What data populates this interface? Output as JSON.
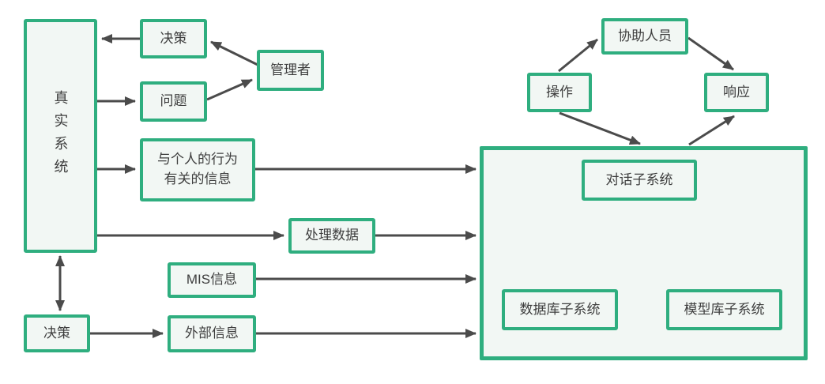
{
  "diagram": {
    "type": "flowchart",
    "colors": {
      "node_border": "#2fae7f",
      "node_fill": "#f2f7f4",
      "connector": "#4b4b4b",
      "text": "#3e3e3e",
      "background": "#ffffff"
    },
    "nodes": {
      "real_system": "真实系统",
      "decision_top": "决策",
      "manager": "管理者",
      "problem": "问题",
      "personal_info": "与个人的行为\n有关的信息",
      "process_data": "处理数据",
      "mis_info": "MIS信息",
      "decision_bottom": "决策",
      "external_info": "外部信息",
      "operation": "操作",
      "assist_staff": "协助人员",
      "response": "响应",
      "dialog_subsystem": "对话子系统",
      "database_subsystem": "数据库子系统",
      "model_subsystem": "模型库子系统"
    },
    "edges": [
      {
        "from": "decision_top",
        "to": "real_system",
        "style": "arrow"
      },
      {
        "from": "manager",
        "to": "decision_top",
        "style": "arrow"
      },
      {
        "from": "real_system",
        "to": "problem",
        "style": "arrow"
      },
      {
        "from": "problem",
        "to": "manager",
        "style": "arrow"
      },
      {
        "from": "real_system",
        "to": "personal_info",
        "style": "arrow"
      },
      {
        "from": "personal_info",
        "to": "subsystem_container",
        "style": "arrow"
      },
      {
        "from": "real_system",
        "to": "process_data",
        "style": "arrow"
      },
      {
        "from": "process_data",
        "to": "subsystem_container",
        "style": "arrow"
      },
      {
        "from": "mis_info",
        "to": "subsystem_container",
        "style": "arrow"
      },
      {
        "from": "real_system",
        "to": "decision_bottom",
        "style": "double-arrow"
      },
      {
        "from": "decision_bottom",
        "to": "external_info",
        "style": "arrow"
      },
      {
        "from": "external_info",
        "to": "subsystem_container",
        "style": "arrow"
      },
      {
        "from": "operation",
        "to": "assist_staff",
        "style": "arrow"
      },
      {
        "from": "assist_staff",
        "to": "response",
        "style": "arrow"
      },
      {
        "from": "operation",
        "to": "subsystem_container",
        "style": "arrow"
      },
      {
        "from": "subsystem_container",
        "to": "response",
        "style": "arrow"
      },
      {
        "from": "database_subsystem",
        "to": "model_subsystem",
        "style": "line"
      }
    ]
  }
}
